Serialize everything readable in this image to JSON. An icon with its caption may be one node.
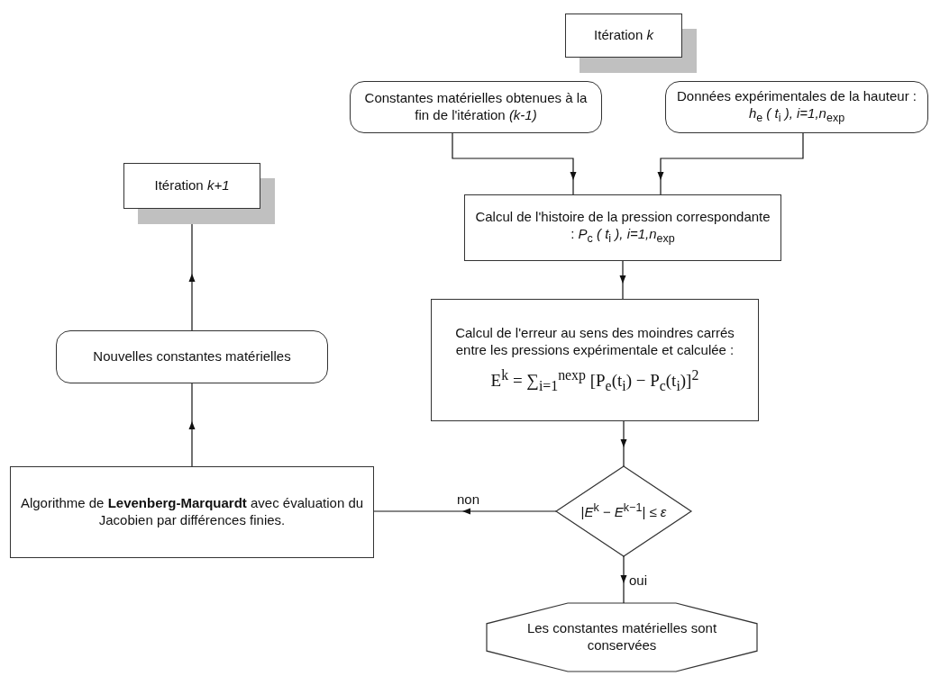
{
  "diagram": {
    "nodes": [
      {
        "text": [
          "Itération *k*"
        ]
      },
      {
        "text": [
          "Constantes matérielles obtenues à la fin de l'itération *(k-1)*"
        ]
      },
      {
        "text": [
          "Données expérimentales de la hauteur : *h*$_{e}$ *( t*$_{i}$ *), i=1,n*$_{exp}$"
        ]
      },
      {
        "text": [
          "Calcul de l'histoire de la pression correspondante : *P*$_{c}$ *( t*$_{i}$ *), i=1,n*$_{exp}$"
        ]
      },
      {
        "text": [
          "Calcul de l'erreur au sens des moindres carrés entre les pressions expérimentale et calculée :",
          "E$^{k}$ = ∑$_{i=1}$$^{nexp}$ [P$_{e}$(t$_{i}$) − P$_{c}$(t$_{i}$)]$^{2}$"
        ]
      },
      {
        "text": [
          "|*E*$^{k}$ − *E*$^{k−1}$| ≤ *ε*"
        ]
      },
      {
        "text": [
          "Algorithme de **Levenberg-Marquardt** avec évaluation du Jacobien par différences finies."
        ]
      },
      {
        "text": [
          "Nouvelles constantes matérielles"
        ]
      },
      {
        "text": [
          "Itération *k+1*"
        ]
      },
      {
        "text": [
          "Les constantes matérielles sont conservées"
        ]
      }
    ],
    "edges": [
      {
        "from": 1,
        "to": 3,
        "arrow": "to"
      },
      {
        "from": 2,
        "to": 3,
        "arrow": "to"
      },
      {
        "from": 3,
        "to": 4,
        "arrow": "to"
      },
      {
        "from": 4,
        "to": 5,
        "arrow": "to"
      },
      {
        "from": 5,
        "to": 6,
        "arrow": "to",
        "label": "non"
      },
      {
        "from": 5,
        "to": 9,
        "arrow": "to",
        "label": "oui"
      },
      {
        "from": 6,
        "to": 7,
        "arrow": "to"
      },
      {
        "from": 7,
        "to": 8,
        "arrow": "to"
      }
    ]
  }
}
